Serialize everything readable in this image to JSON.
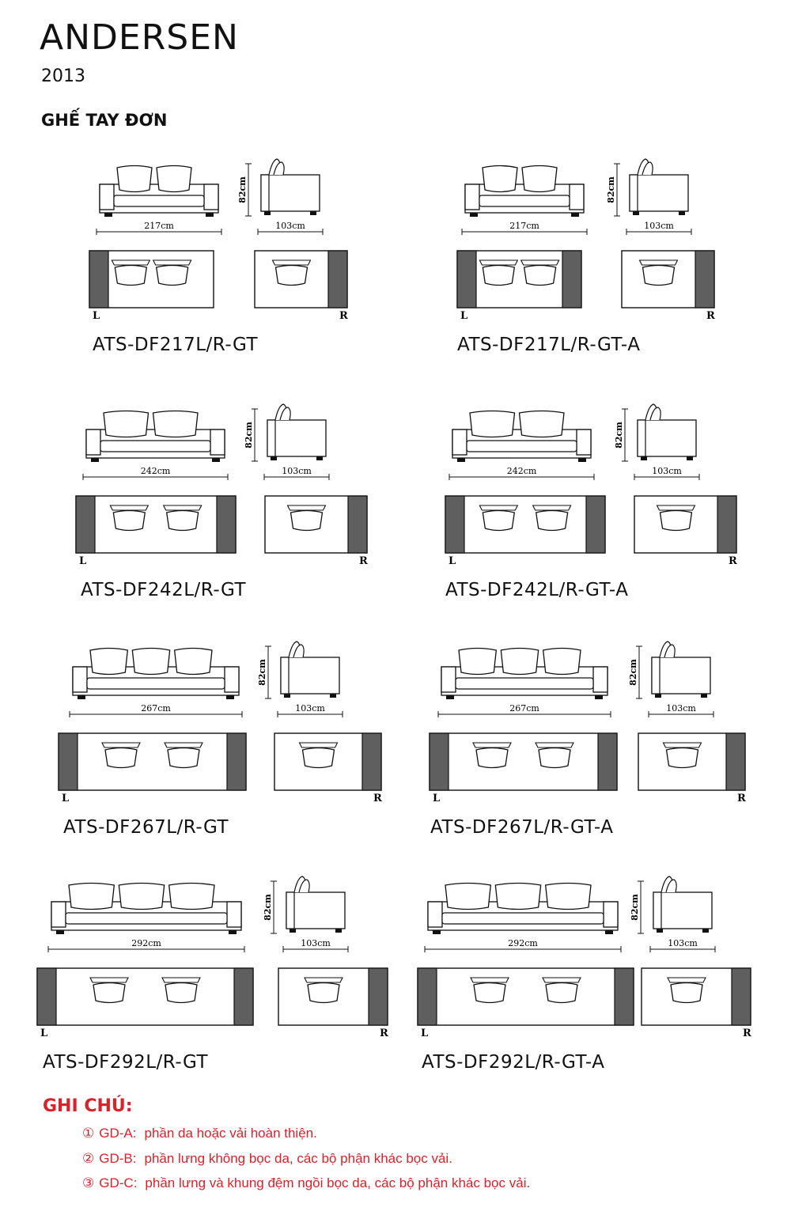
{
  "header": {
    "brand": "ANDERSEN",
    "year": "2013",
    "section": "GHẾ TAY ĐƠN"
  },
  "labels": {
    "height": "82cm",
    "depth": "103cm",
    "left": "L",
    "right": "R"
  },
  "sofas": [
    {
      "width_label": "217cm",
      "model": "ATS-DF217L/R-GT"
    },
    {
      "width_label": "217cm",
      "model": "ATS-DF217L/R-GT-A"
    },
    {
      "width_label": "242cm",
      "model": "ATS-DF242L/R-GT"
    },
    {
      "width_label": "242cm",
      "model": "ATS-DF242L/R-GT-A"
    },
    {
      "width_label": "267cm",
      "model": "ATS-DF267L/R-GT"
    },
    {
      "width_label": "267cm",
      "model": "ATS-DF267L/R-GT-A"
    },
    {
      "width_label": "292cm",
      "model": "ATS-DF292L/R-GT"
    },
    {
      "width_label": "292cm",
      "model": "ATS-DF292L/R-GT-A"
    }
  ],
  "notes": {
    "title": "GHI CHÚ:",
    "items": [
      {
        "num": "①",
        "code": "GD-A:",
        "text": "phần da hoặc vải hoàn thiện."
      },
      {
        "num": "②",
        "code": "GD-B:",
        "text": "phần lưng không bọc da, các bộ phận khác bọc vải."
      },
      {
        "num": "③",
        "code": "GD-C:",
        "text": "phần lưng và khung đệm ngồi bọc da, các bộ phận khác bọc vải."
      }
    ]
  },
  "colors": {
    "accent_red": "#d8232a",
    "arm_gray": "#5f5f5f",
    "line": "#111111"
  }
}
